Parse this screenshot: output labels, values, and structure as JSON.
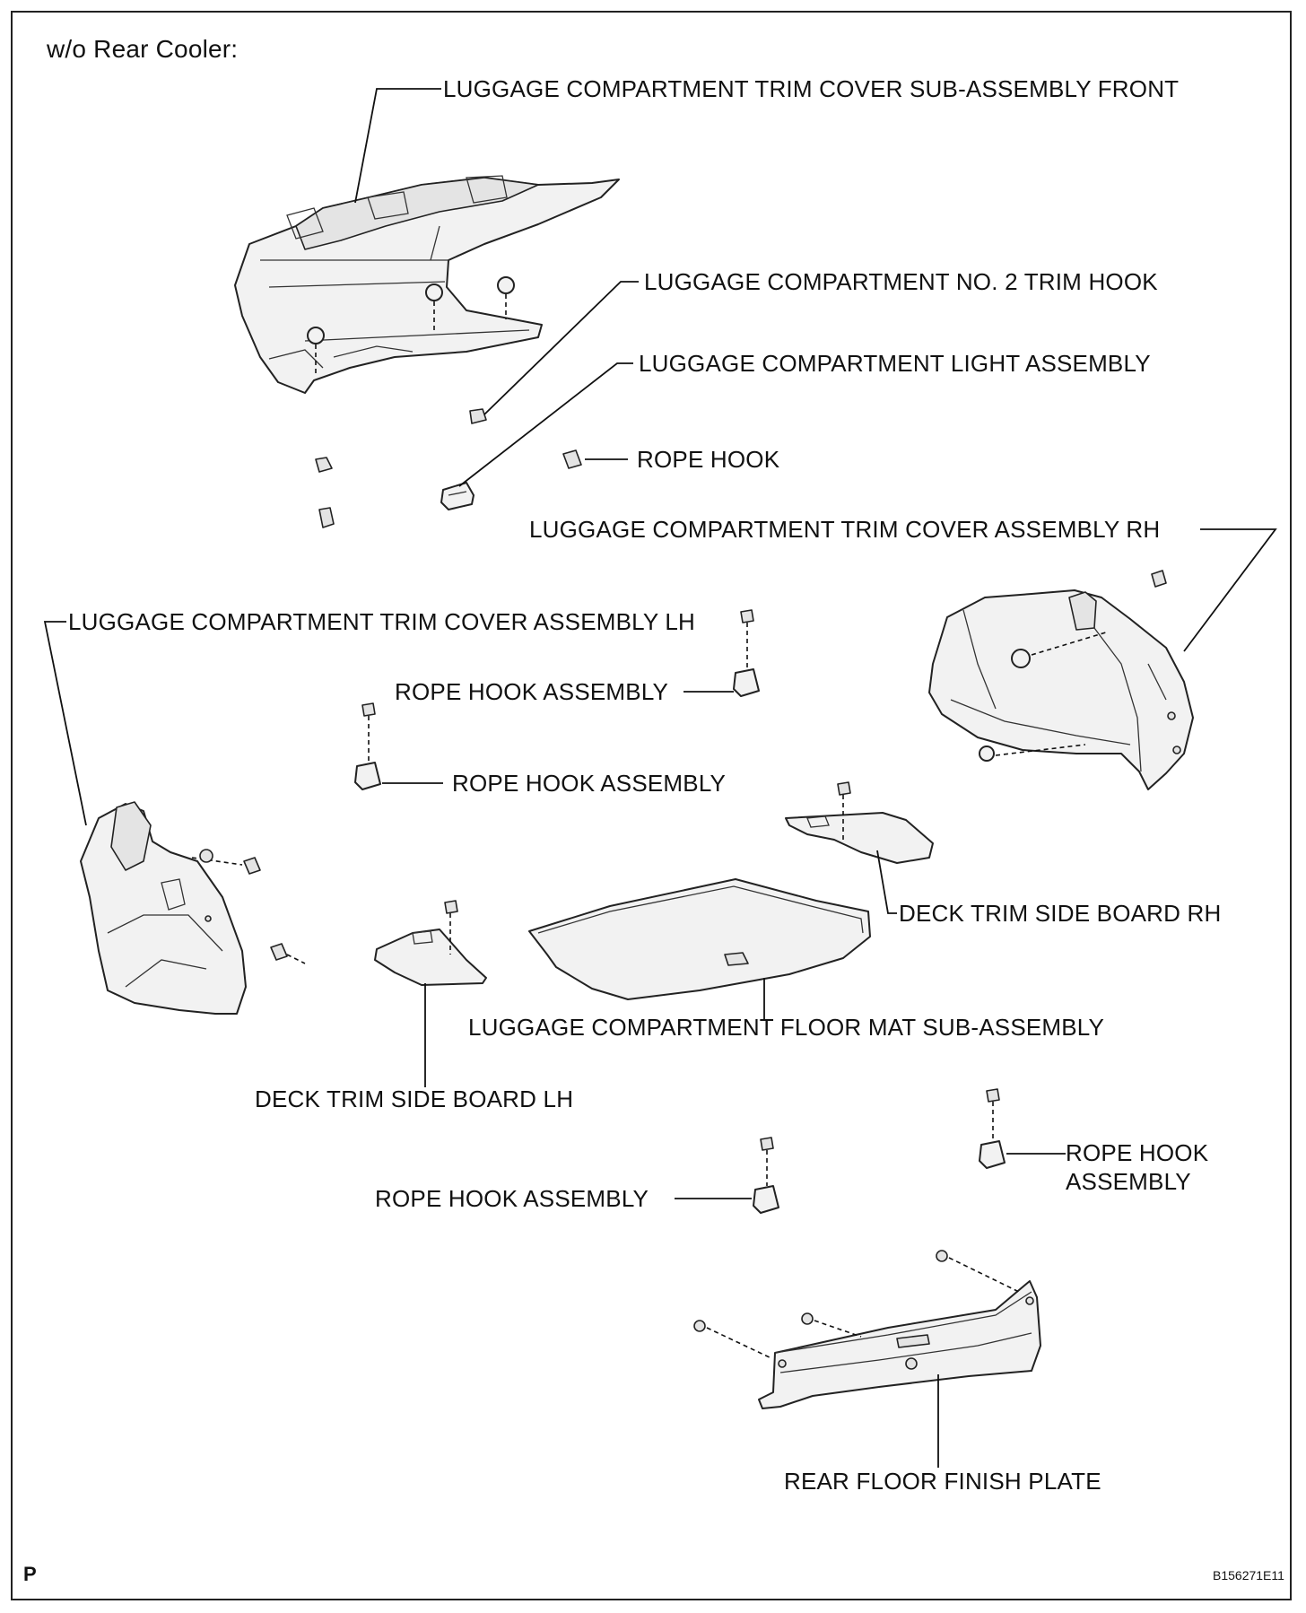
{
  "header": {
    "variant_note": "w/o Rear Cooler:"
  },
  "labels": {
    "trim_cover_front": "LUGGAGE COMPARTMENT TRIM COVER SUB-ASSEMBLY FRONT",
    "no2_trim_hook": "LUGGAGE COMPARTMENT NO. 2 TRIM HOOK",
    "light_assembly": "LUGGAGE COMPARTMENT LIGHT ASSEMBLY",
    "rope_hook": "ROPE HOOK",
    "trim_cover_rh": "LUGGAGE COMPARTMENT TRIM COVER ASSEMBLY RH",
    "trim_cover_lh": "LUGGAGE COMPARTMENT TRIM COVER ASSEMBLY LH",
    "rope_hook_assembly_1": "ROPE HOOK ASSEMBLY",
    "rope_hook_assembly_2": "ROPE HOOK ASSEMBLY",
    "deck_side_board_rh": "DECK TRIM SIDE BOARD RH",
    "floor_mat": "LUGGAGE COMPARTMENT FLOOR MAT SUB-ASSEMBLY",
    "deck_side_board_lh": "DECK TRIM SIDE BOARD LH",
    "rope_hook_assembly_3_line1": "ROPE HOOK",
    "rope_hook_assembly_3_line2": "ASSEMBLY",
    "rope_hook_assembly_4": "ROPE HOOK ASSEMBLY",
    "rear_floor_finish_plate": "REAR FLOOR FINISH PLATE"
  },
  "footer": {
    "corner_mark": "P",
    "figure_id": "B156271E11"
  }
}
